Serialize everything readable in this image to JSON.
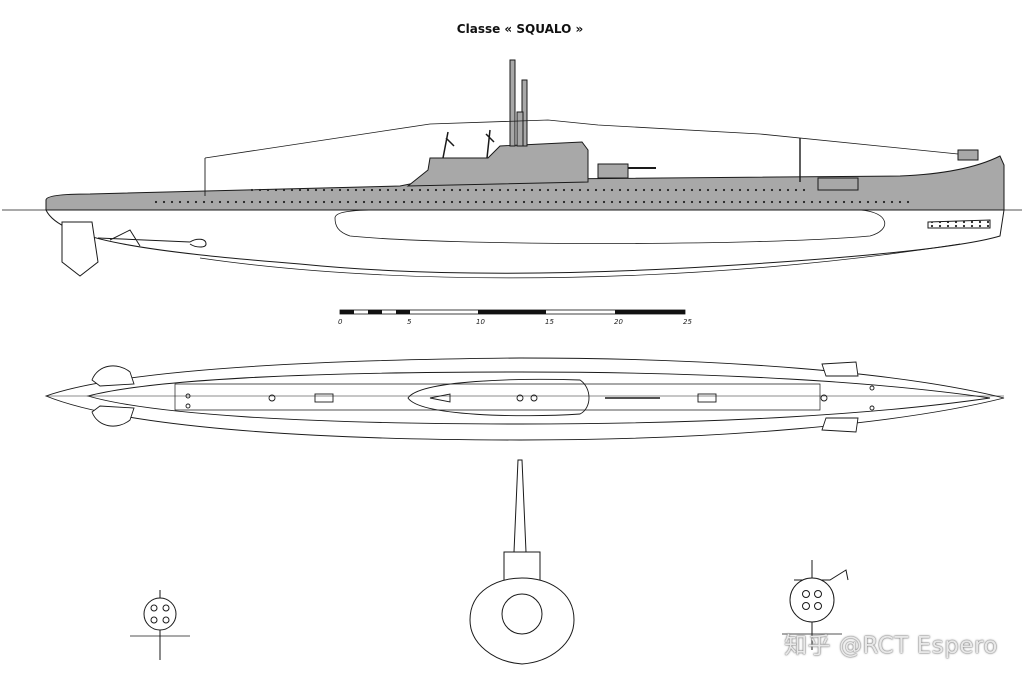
{
  "title": "Classe  « SQUALO »",
  "scale": {
    "ticks": [
      "0",
      "5",
      "10",
      "15",
      "20",
      "25"
    ]
  },
  "watermark": "知乎 @RCT Espero",
  "colors": {
    "hull_grey": "#a8a8a8",
    "line": "#1a1a1a",
    "background": "#ffffff"
  }
}
